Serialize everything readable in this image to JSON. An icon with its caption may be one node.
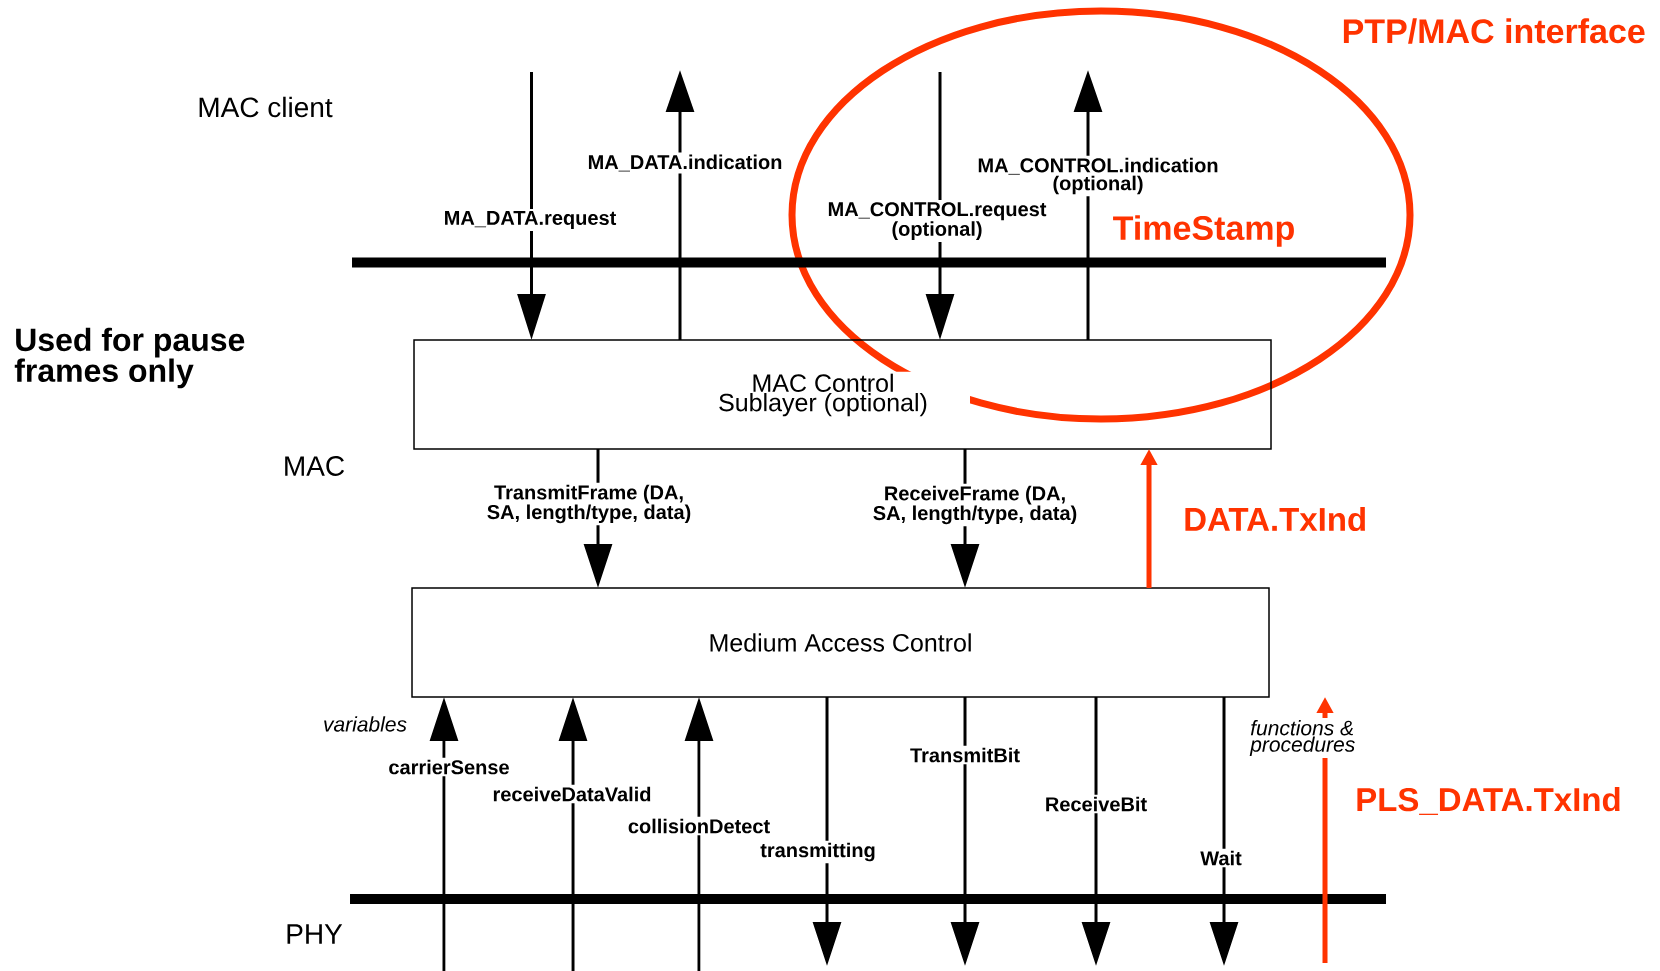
{
  "diagram": {
    "nodes": [
      {
        "text": [
          "MAC Control Sublayer (optional)"
        ]
      },
      {
        "text": [
          "Medium Access Control"
        ]
      },
      {
        "text": [
          "PTP/MAC interface",
          "TimeStamp"
        ]
      }
    ],
    "edges": [
      {
        "from": null,
        "to": 0,
        "arrow": "to",
        "label": "MA_DATA.request"
      },
      {
        "from": 0,
        "to": null,
        "arrow": "to",
        "label": "MA_DATA.indication"
      },
      {
        "from": 2,
        "to": 0,
        "arrow": "to",
        "label": "MA_CONTROL.request (optional)"
      },
      {
        "from": 0,
        "to": 2,
        "arrow": "to",
        "label": "MA_CONTROL.indication (optional)"
      },
      {
        "from": 0,
        "to": 1,
        "arrow": "to",
        "label": "TransmitFrame (DA, SA, length/type, data)"
      },
      {
        "from": 0,
        "to": 1,
        "arrow": "to",
        "label": "ReceiveFrame (DA, SA, length/type, data)"
      },
      {
        "from": 1,
        "to": 0,
        "arrow": "to",
        "label": "DATA.TxInd",
        "color": "#ff3300"
      },
      {
        "from": null,
        "to": 1,
        "arrow": "to",
        "label": "carrierSense"
      },
      {
        "from": null,
        "to": 1,
        "arrow": "to",
        "label": "receiveDataValid"
      },
      {
        "from": null,
        "to": 1,
        "arrow": "to",
        "label": "collisionDetect"
      },
      {
        "from": 1,
        "to": null,
        "arrow": "to",
        "label": "transmitting"
      },
      {
        "from": 1,
        "to": null,
        "arrow": "to",
        "label": "TransmitBit"
      },
      {
        "from": 1,
        "to": null,
        "arrow": "to",
        "label": "ReceiveBit"
      },
      {
        "from": 1,
        "to": null,
        "arrow": "to",
        "label": "Wait"
      },
      {
        "from": null,
        "to": 1,
        "arrow": "to",
        "label": "PLS_DATA.TxInd",
        "color": "#ff3300"
      }
    ],
    "labels": [
      "MAC client",
      "Used for pause frames only",
      "MAC",
      "variables",
      "functions & procedures",
      "PHY"
    ]
  }
}
